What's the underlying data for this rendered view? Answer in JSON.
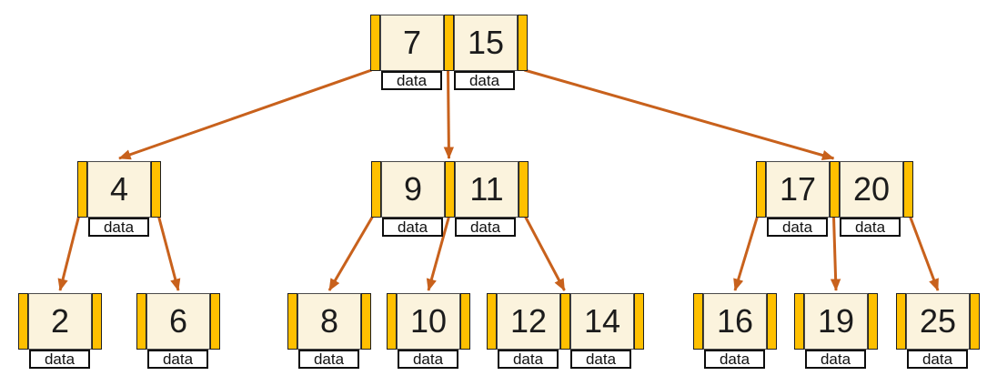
{
  "labels": {
    "data_box": "data"
  },
  "colors": {
    "pointer_fill": "#FFC000",
    "cell_fill": "#FBF3DD",
    "arrow": "#C8611C",
    "data_box_fill": "#FFFFFF",
    "cell_border": "#4A4A4A",
    "box_border": "#0D0D0D"
  },
  "nodes": [
    {
      "id": "root",
      "keys": [
        "7",
        "15"
      ]
    },
    {
      "id": "n4",
      "keys": [
        "4"
      ]
    },
    {
      "id": "n9-11",
      "keys": [
        "9",
        "11"
      ]
    },
    {
      "id": "n17-20",
      "keys": [
        "17",
        "20"
      ]
    },
    {
      "id": "n2",
      "keys": [
        "2"
      ]
    },
    {
      "id": "n6",
      "keys": [
        "6"
      ]
    },
    {
      "id": "n8",
      "keys": [
        "8"
      ]
    },
    {
      "id": "n10",
      "keys": [
        "10"
      ]
    },
    {
      "id": "n12-14",
      "keys": [
        "12",
        "14"
      ]
    },
    {
      "id": "n16",
      "keys": [
        "16"
      ]
    },
    {
      "id": "n19",
      "keys": [
        "19"
      ]
    },
    {
      "id": "n25",
      "keys": [
        "25"
      ]
    }
  ],
  "edges": [
    {
      "from": "root",
      "pointer": 0,
      "to": "n4"
    },
    {
      "from": "root",
      "pointer": 1,
      "to": "n9-11"
    },
    {
      "from": "root",
      "pointer": 2,
      "to": "n17-20"
    },
    {
      "from": "n4",
      "pointer": 0,
      "to": "n2"
    },
    {
      "from": "n4",
      "pointer": 1,
      "to": "n6"
    },
    {
      "from": "n9-11",
      "pointer": 0,
      "to": "n8"
    },
    {
      "from": "n9-11",
      "pointer": 1,
      "to": "n10"
    },
    {
      "from": "n9-11",
      "pointer": 2,
      "to": "n12-14"
    },
    {
      "from": "n17-20",
      "pointer": 0,
      "to": "n16"
    },
    {
      "from": "n17-20",
      "pointer": 1,
      "to": "n19"
    },
    {
      "from": "n17-20",
      "pointer": 2,
      "to": "n25"
    }
  ]
}
